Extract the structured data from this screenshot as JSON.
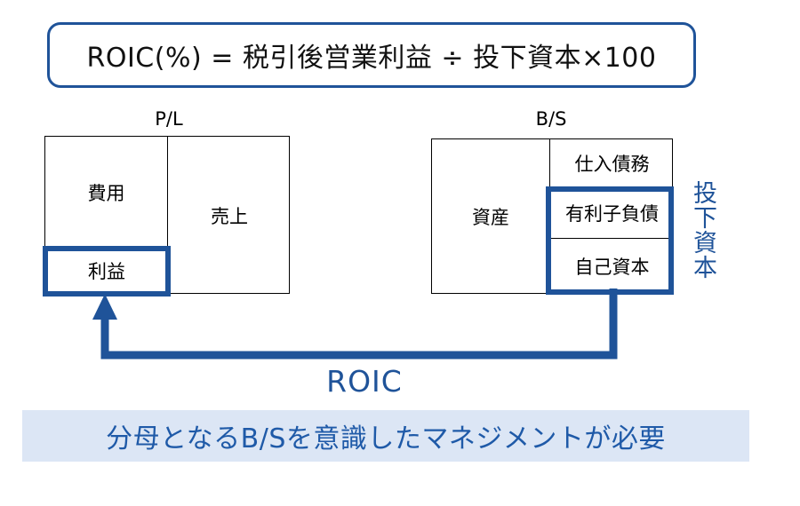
{
  "formula": {
    "text": "ROIC(%) = 税引後営業利益 ÷ 投下資本×100"
  },
  "statements": {
    "pl": {
      "caption": "P/L",
      "expense_label": "費用",
      "sales_label": "売上",
      "profit_label": "利益"
    },
    "bs": {
      "caption": "B/S",
      "assets_label": "資産",
      "payables_label": "仕入債務",
      "interest_bearing_debt_label": "有利子負債",
      "equity_label": "自己資本",
      "invested_capital_label": "投下資本"
    }
  },
  "connector": {
    "label": "ROIC"
  },
  "banner": {
    "text": "分母となるB/Sを意識したマネジメントが必要"
  },
  "colors": {
    "accent_blue": "#1F5399",
    "banner_background": "#DCE6F5",
    "banner_text": "#1F5AA8",
    "outline_black": "#000000"
  }
}
